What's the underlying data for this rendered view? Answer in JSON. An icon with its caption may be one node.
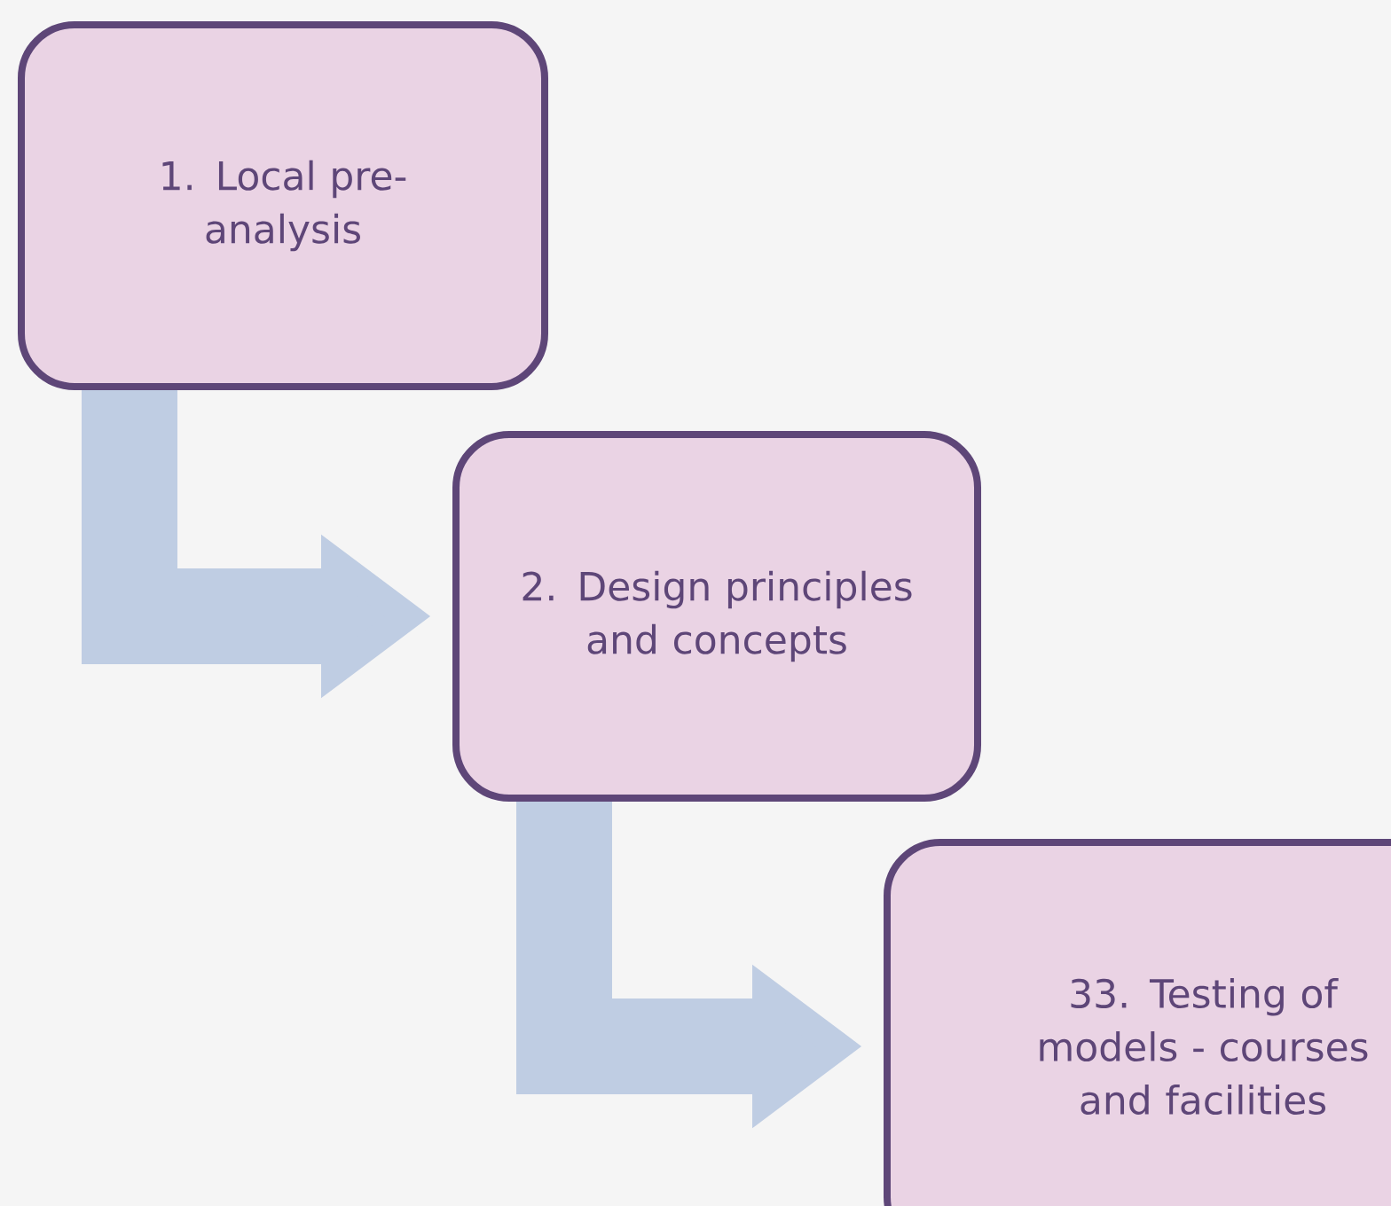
{
  "diagram": {
    "nodes": [
      {
        "text": [
          "1. Local pre-analysis"
        ]
      },
      {
        "text": [
          "2. Design principles and concepts"
        ]
      },
      {
        "text": [
          "33. Testing of models - courses and facilities"
        ]
      }
    ],
    "edges": [
      {
        "from": 0,
        "to": 1,
        "arrow": "to"
      },
      {
        "from": 1,
        "to": 2,
        "arrow": "to"
      }
    ]
  }
}
